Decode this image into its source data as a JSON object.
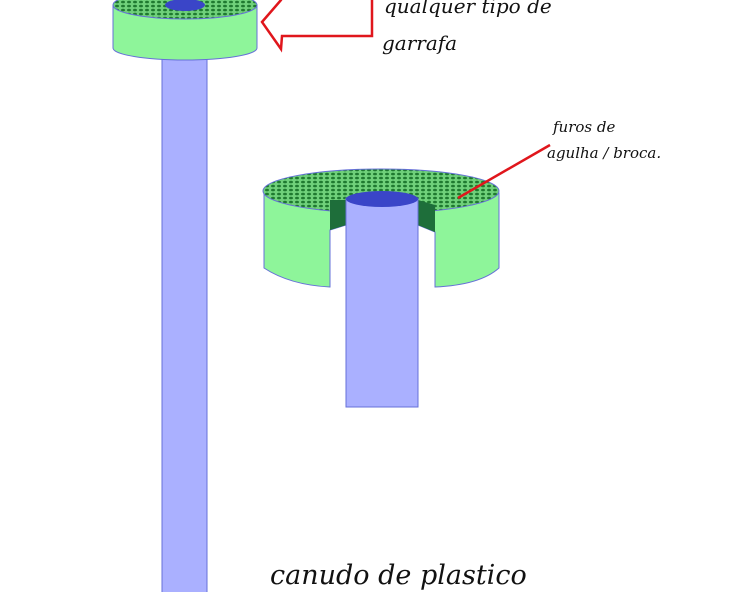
{
  "labels": {
    "bottle_line1": "qualquer tipo de",
    "bottle_line2": "garrafa",
    "holes_line1": "furos de",
    "holes_line2": "agulha / broca.",
    "straw": "canudo de plastico"
  },
  "colors": {
    "cap_green": "#8ef59a",
    "dots_green": "#2a8a3a",
    "straw_blue": "#aab0ff",
    "hole_blue": "#3a45c8",
    "arrow_red": "#e0161c"
  }
}
